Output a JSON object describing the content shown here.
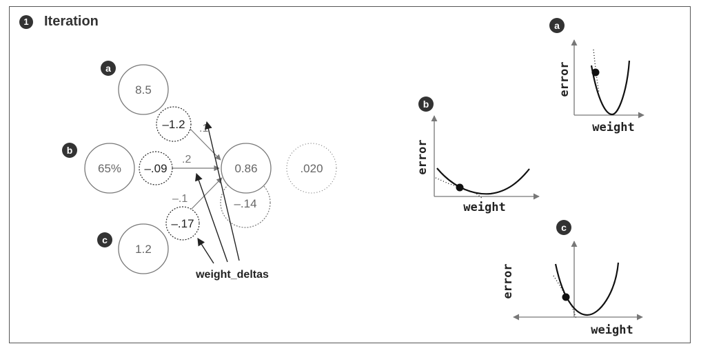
{
  "header": {
    "step_number": "1",
    "title": "Iteration"
  },
  "network": {
    "inputs": [
      {
        "badge": "a",
        "value": "8.5"
      },
      {
        "badge": "b",
        "value": "65%"
      },
      {
        "badge": "c",
        "value": "1.2"
      }
    ],
    "weight_deltas_values": [
      "–1.2",
      "–.09",
      "–.17"
    ],
    "weights": [
      ".1",
      ".2",
      "–.1"
    ],
    "prediction": "0.86",
    "delta": "–.14",
    "error": ".020",
    "annotation": "weight_deltas"
  },
  "plots": [
    {
      "badge": "a",
      "ylabel": "error",
      "xlabel": "weight"
    },
    {
      "badge": "b",
      "ylabel": "error",
      "xlabel": "weight"
    },
    {
      "badge": "c",
      "ylabel": "error",
      "xlabel": "weight"
    }
  ],
  "colors": {
    "badge_fill": "#333333",
    "circle_stroke": "#777777",
    "axis": "#777777"
  }
}
